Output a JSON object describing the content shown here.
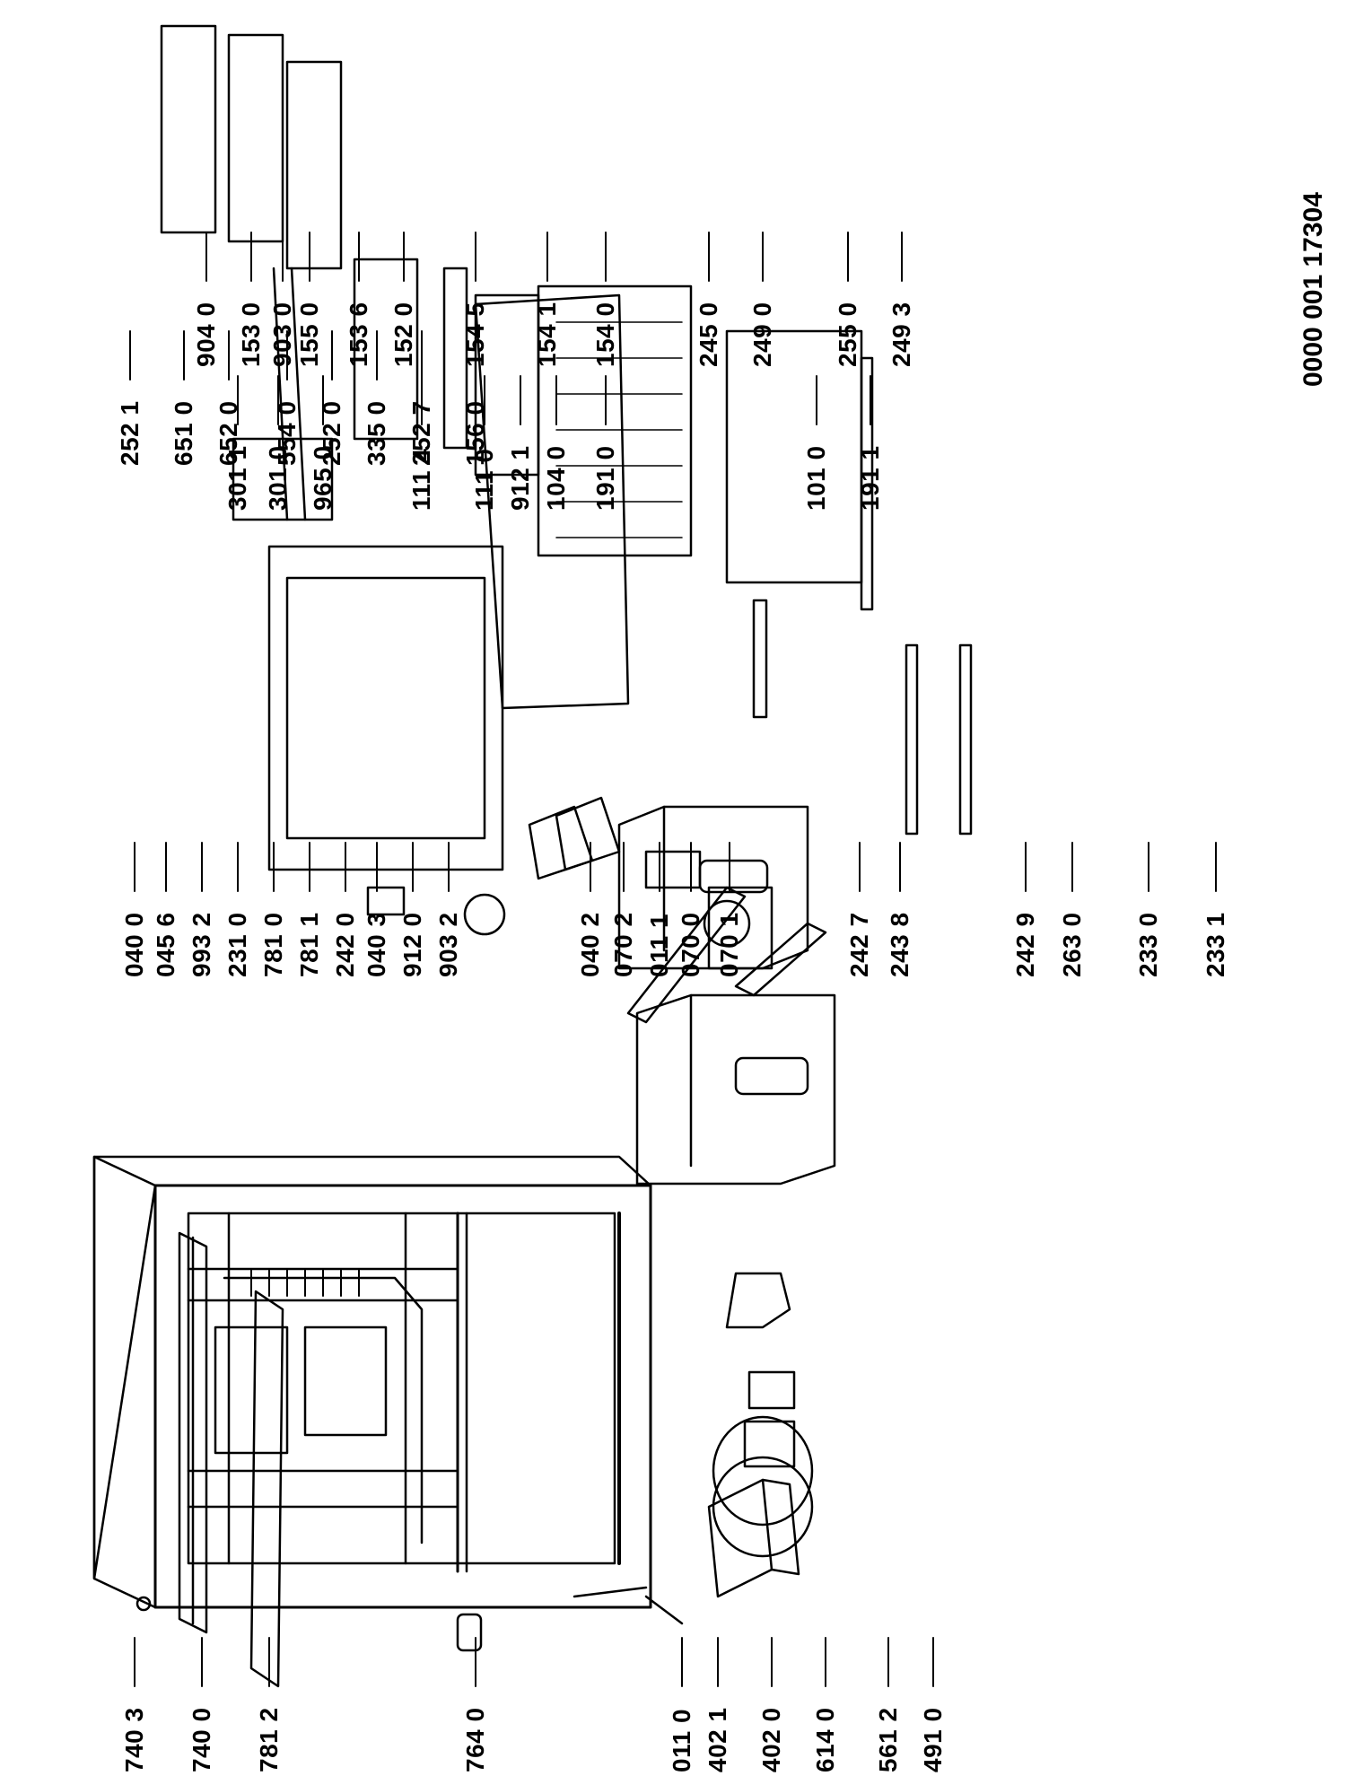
{
  "document_number": "0000 001 17304",
  "parts": [
    {
      "group": "cabinet-left",
      "label": "740 3"
    },
    {
      "group": "cabinet-left",
      "label": "740 0"
    },
    {
      "group": "cabinet-left",
      "label": "781 2"
    },
    {
      "group": "cabinet-left",
      "label": "764 0"
    },
    {
      "group": "cabinet-left",
      "label": "011 0"
    },
    {
      "group": "cabinet-left",
      "label": "402 1"
    },
    {
      "group": "cabinet-left",
      "label": "402 0"
    },
    {
      "group": "cabinet-left",
      "label": "614 0"
    },
    {
      "group": "cabinet-left",
      "label": "561 2"
    },
    {
      "group": "cabinet-left",
      "label": "491 0"
    },
    {
      "group": "cabinet-right",
      "label": "040 0"
    },
    {
      "group": "cabinet-right",
      "label": "045 6"
    },
    {
      "group": "cabinet-right",
      "label": "993 2"
    },
    {
      "group": "cabinet-right",
      "label": "231 0"
    },
    {
      "group": "cabinet-right",
      "label": "781 0"
    },
    {
      "group": "cabinet-right",
      "label": "781 1"
    },
    {
      "group": "cabinet-right",
      "label": "242 0"
    },
    {
      "group": "cabinet-right",
      "label": "040 3"
    },
    {
      "group": "cabinet-right",
      "label": "912 0"
    },
    {
      "group": "cabinet-right",
      "label": "903 2"
    },
    {
      "group": "cabinet-right",
      "label": "040 2"
    },
    {
      "group": "cabinet-right",
      "label": "070 2"
    },
    {
      "group": "cabinet-right",
      "label": "011 1"
    },
    {
      "group": "cabinet-right",
      "label": "070 0"
    },
    {
      "group": "cabinet-right",
      "label": "070 1"
    },
    {
      "group": "cabinet-right",
      "label": "242 7"
    },
    {
      "group": "cabinet-right",
      "label": "243 8"
    },
    {
      "group": "cabinet-right",
      "label": "242 9"
    },
    {
      "group": "cabinet-right",
      "label": "263 0"
    },
    {
      "group": "cabinet-right",
      "label": "233 0"
    },
    {
      "group": "cabinet-right",
      "label": "233 1"
    },
    {
      "group": "controls",
      "label": "252 1"
    },
    {
      "group": "controls",
      "label": "651 0"
    },
    {
      "group": "controls",
      "label": "652 0"
    },
    {
      "group": "controls",
      "label": "554 0"
    },
    {
      "group": "controls",
      "label": "252 0"
    },
    {
      "group": "controls",
      "label": "335 0"
    },
    {
      "group": "controls",
      "label": "252 7"
    },
    {
      "group": "controls",
      "label": "156 0"
    },
    {
      "group": "doors",
      "label": "301 1"
    },
    {
      "group": "doors",
      "label": "301 0"
    },
    {
      "group": "doors",
      "label": "965 0"
    },
    {
      "group": "doors",
      "label": "111 4"
    },
    {
      "group": "doors",
      "label": "111 0"
    },
    {
      "group": "doors",
      "label": "912 1"
    },
    {
      "group": "doors",
      "label": "104 0"
    },
    {
      "group": "doors",
      "label": "191 0"
    },
    {
      "group": "doors",
      "label": "101 0"
    },
    {
      "group": "doors",
      "label": "191 1"
    },
    {
      "group": "accessories",
      "label": "904 0"
    },
    {
      "group": "accessories",
      "label": "153 0"
    },
    {
      "group": "accessories",
      "label": "903 0"
    },
    {
      "group": "accessories",
      "label": "155 0"
    },
    {
      "group": "accessories",
      "label": "153 6"
    },
    {
      "group": "accessories",
      "label": "152 0"
    },
    {
      "group": "accessories",
      "label": "154 5"
    },
    {
      "group": "accessories",
      "label": "154 1"
    },
    {
      "group": "accessories",
      "label": "154 0"
    },
    {
      "group": "accessories",
      "label": "245 0"
    },
    {
      "group": "accessories",
      "label": "249 0"
    },
    {
      "group": "accessories",
      "label": "255 0"
    },
    {
      "group": "accessories",
      "label": "249 3"
    }
  ]
}
